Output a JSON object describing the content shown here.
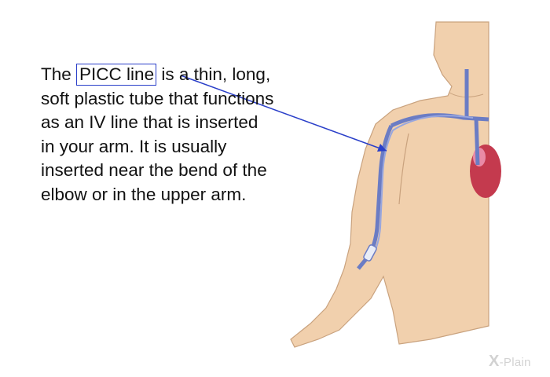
{
  "paragraph": {
    "prefix": "The",
    "term": "PICC line",
    "suffix": "is a thin, long, soft plastic tube that functions as an IV line that is inserted in your arm. It is usually inserted near the bend of the elbow or in the upper arm."
  },
  "watermark": {
    "mark": "X",
    "text": "-Plain"
  },
  "colors": {
    "skin": "#f1d0ad",
    "skin_outline": "#c9a27e",
    "vein": "#6b7cc4",
    "pointer": "#2a3fc9",
    "heart": "#c43a4e"
  }
}
